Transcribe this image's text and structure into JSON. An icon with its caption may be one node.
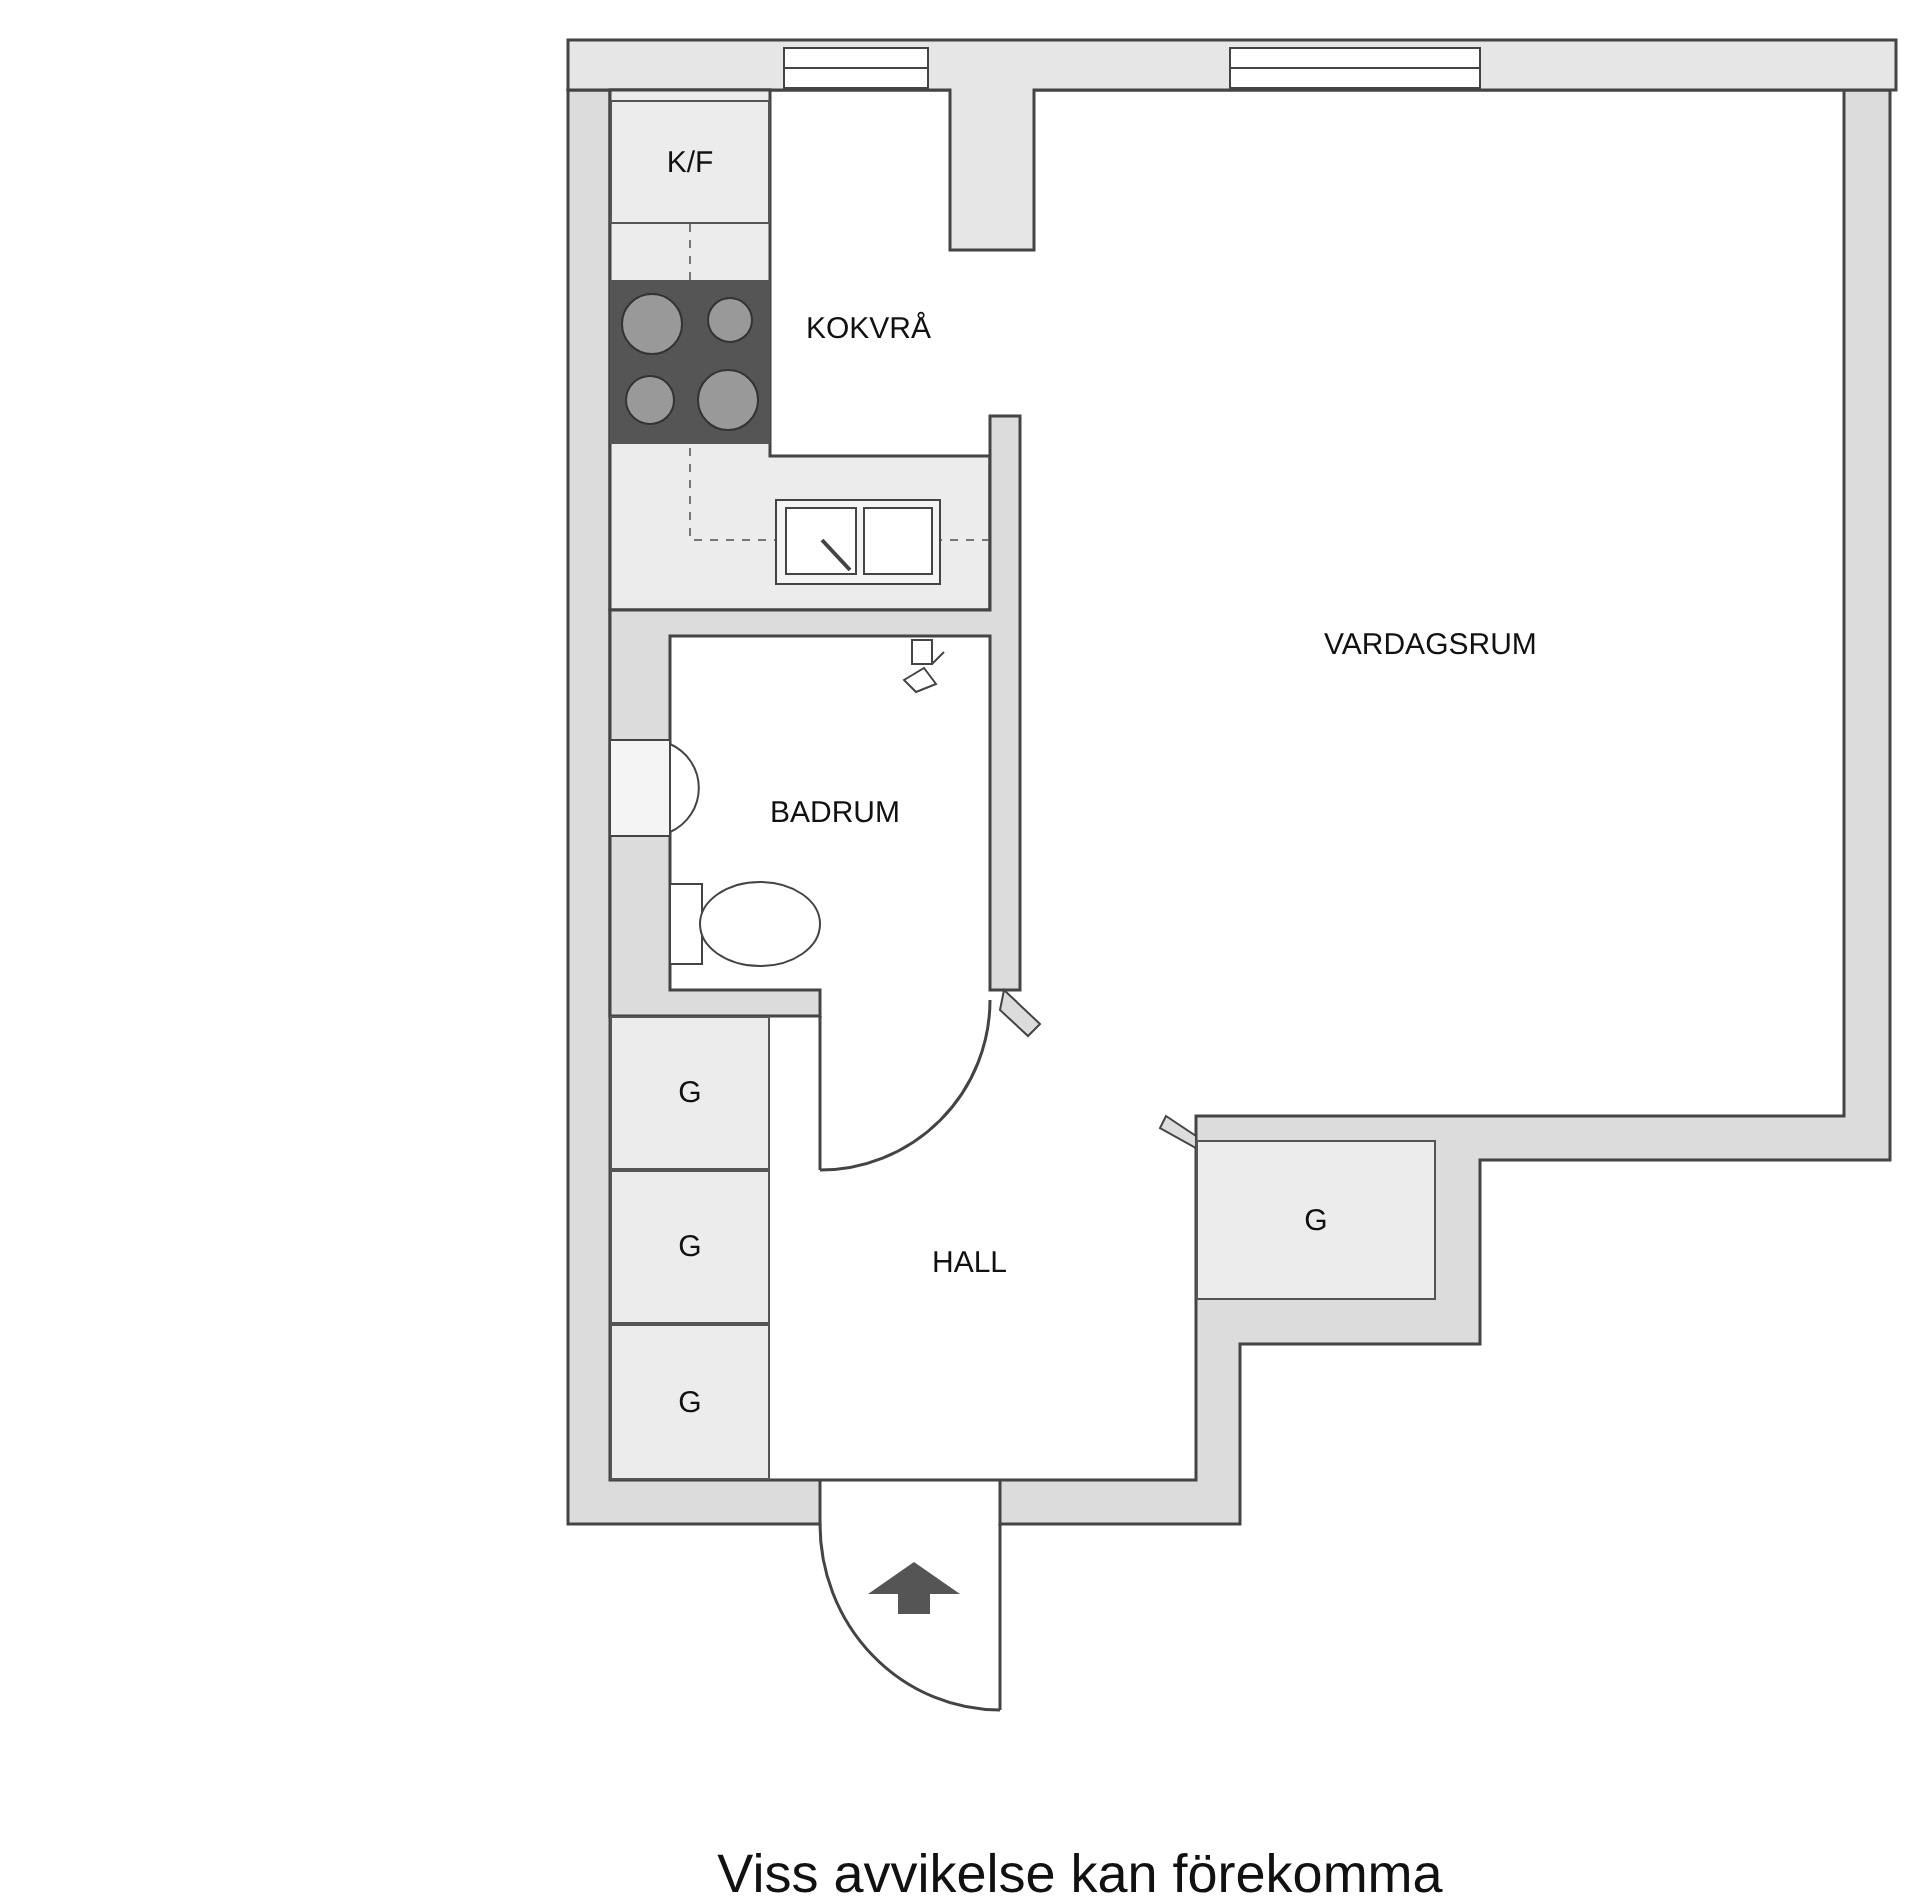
{
  "diagram": {
    "caption": "Viss avvikelse kan förekomma",
    "nodes": [
      {
        "text": [
          "K/F"
        ]
      },
      {
        "text": [
          "G"
        ]
      },
      {
        "text": [
          "G"
        ]
      },
      {
        "text": [
          "G"
        ]
      },
      {
        "text": [
          "G"
        ]
      }
    ],
    "labels": [
      "KOKVRÅ",
      "VARDAGSRUM",
      "BADRUM",
      "HALL"
    ]
  }
}
